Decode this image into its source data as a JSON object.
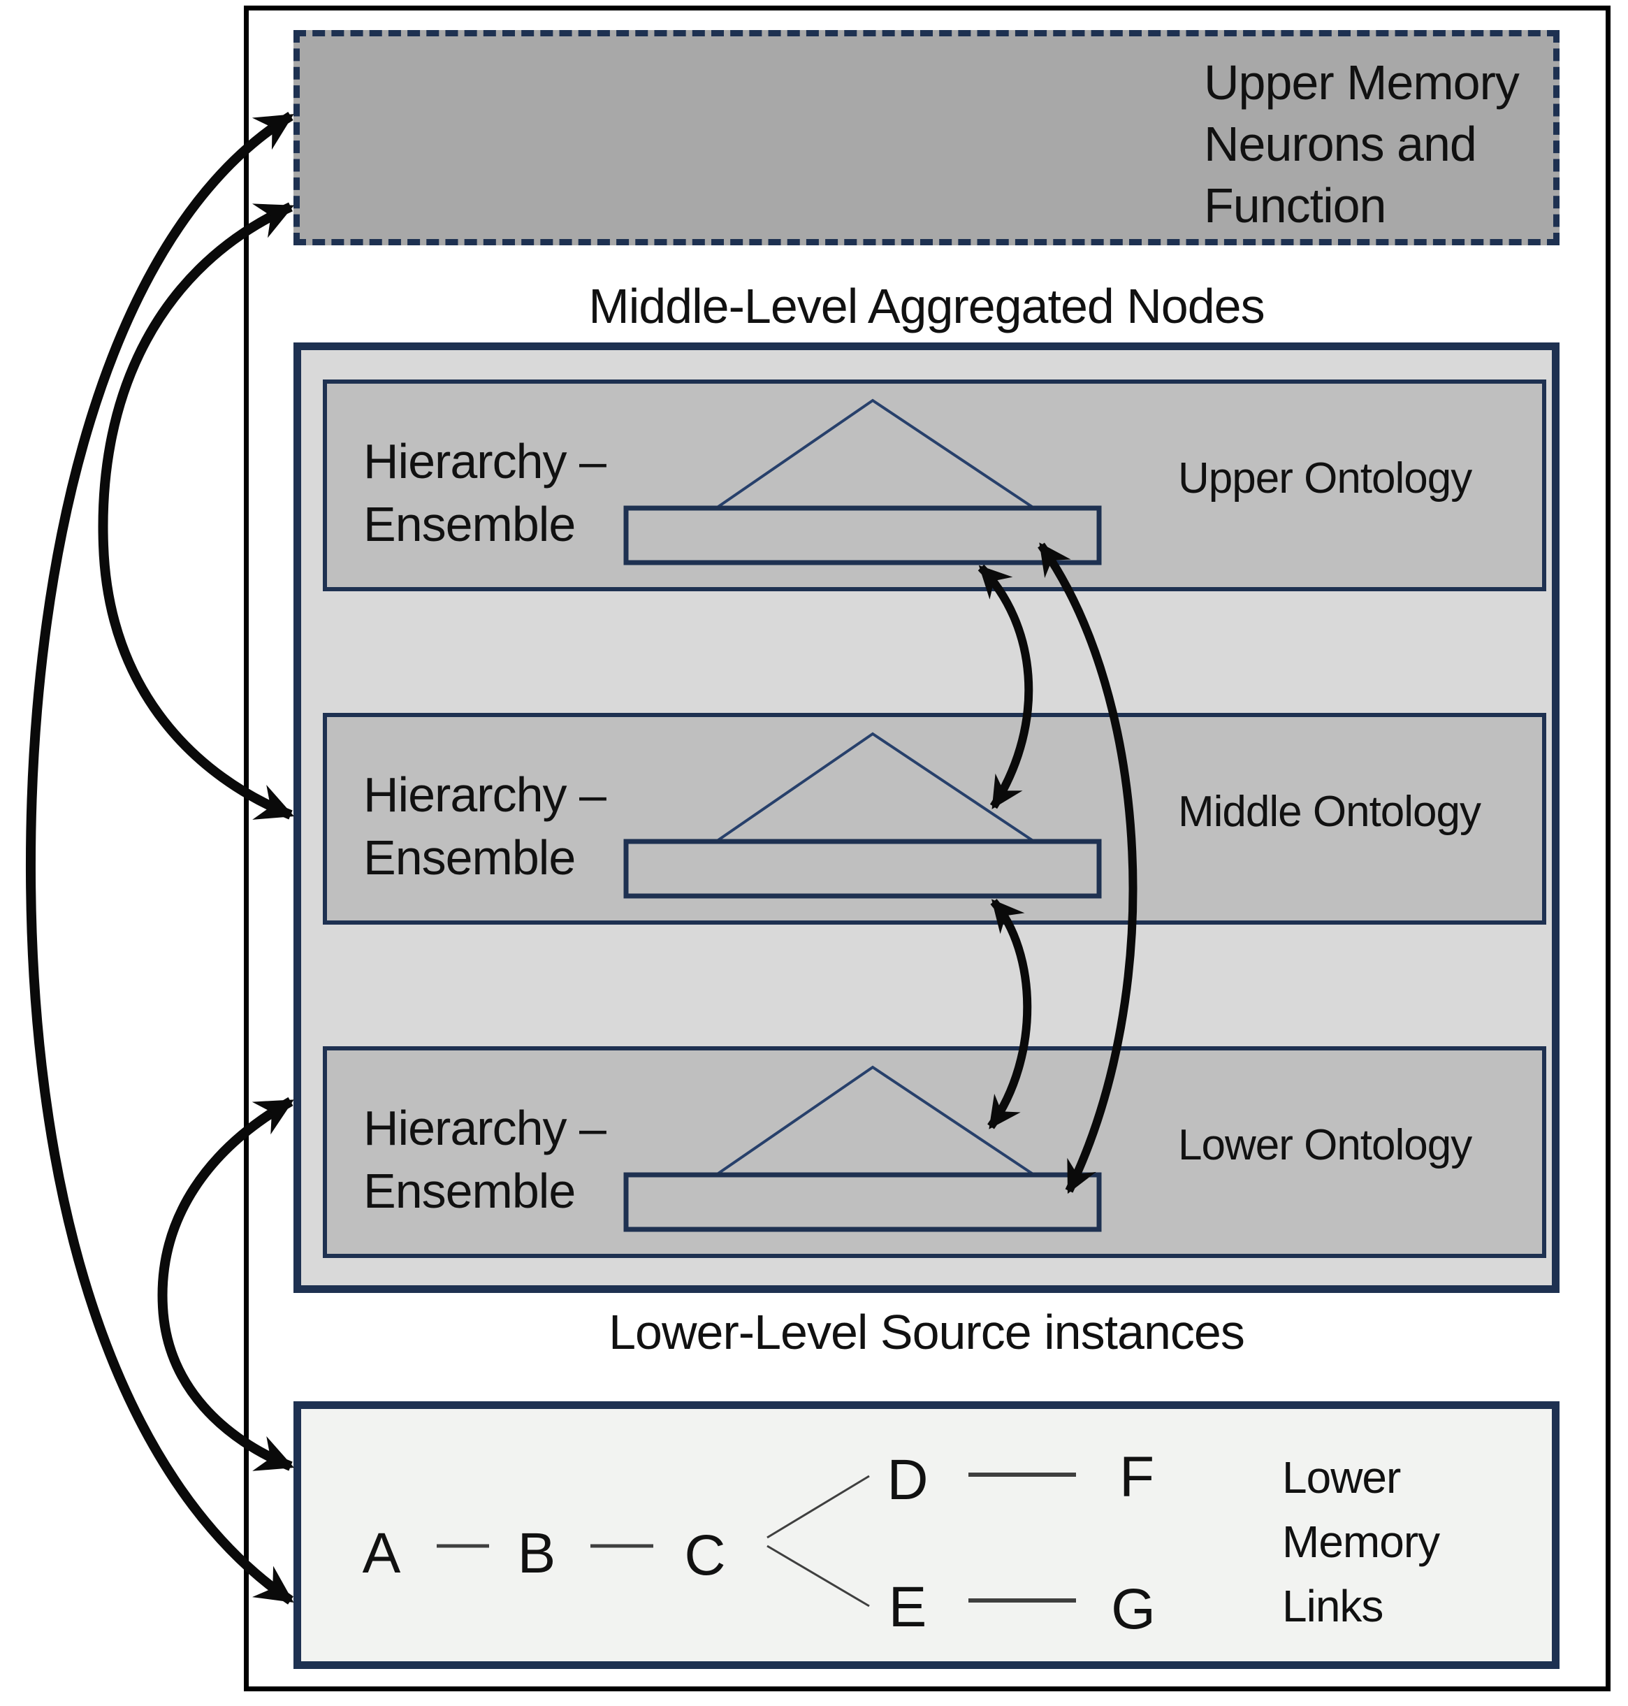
{
  "colors": {
    "navy": "#1e3151",
    "frame": "#000000",
    "top-box-fill": "#a8a8a8",
    "mid-box-fill": "#d9d9d9",
    "band-fill": "#bfbfbf",
    "bottom-box-fill": "#f2f3f1",
    "arrow": "#0a0a0a",
    "text": "#111111"
  },
  "top_box": {
    "line1": "Upper Memory",
    "line2": "Neurons and",
    "line3": "Function"
  },
  "middle": {
    "title": "Middle-Level Aggregated Nodes",
    "bands": [
      {
        "label_line1": "Hierarchy –",
        "label_line2": "Ensemble",
        "right_label": "Upper Ontology"
      },
      {
        "label_line1": "Hierarchy –",
        "label_line2": "Ensemble",
        "right_label": "Middle Ontology"
      },
      {
        "label_line1": "Hierarchy –",
        "label_line2": "Ensemble",
        "right_label": "Lower Ontology"
      }
    ]
  },
  "bottom": {
    "title": "Lower-Level Source instances",
    "nodes": {
      "a": "A",
      "b": "B",
      "c": "C",
      "d": "D",
      "e": "E",
      "f": "F",
      "g": "G"
    },
    "right_label_line1": "Lower",
    "right_label_line2": "Memory",
    "right_label_line3": "Links"
  }
}
